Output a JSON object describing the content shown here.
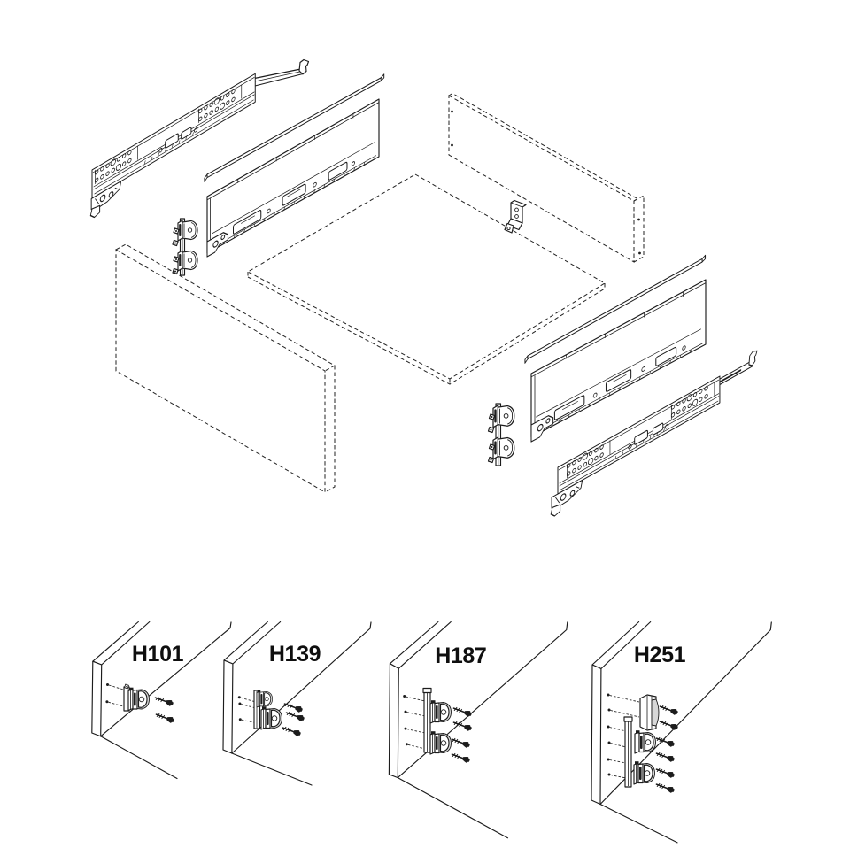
{
  "figure": {
    "type": "exploded-assembly-diagram",
    "subject": "drawer-system-assembly",
    "background_color": "#ffffff",
    "line_color": "#1c1c1c",
    "label_color": "#0f0f0f",
    "exploded_view": {
      "parts": [
        "left-cabinet-runner",
        "left-gallery-rail",
        "left-drawer-side-panel",
        "left-front-fixing-clips",
        "front-panel",
        "drawer-bottom-panel",
        "back-panel",
        "rear-fixing-bracket",
        "right-gallery-rail",
        "right-drawer-side-panel",
        "right-front-fixing-clips",
        "right-cabinet-runner"
      ]
    },
    "variants": [
      {
        "id": "h101",
        "label": "H101",
        "clip_count": 1,
        "screw_count": 2,
        "leader_count": 2
      },
      {
        "id": "h139",
        "label": "H139",
        "clip_count": 2,
        "screw_count": 3,
        "leader_count": 3
      },
      {
        "id": "h187",
        "label": "H187",
        "clip_count": 2,
        "screw_count": 4,
        "leader_count": 4
      },
      {
        "id": "h251",
        "label": "H251",
        "clip_count": 3,
        "screw_count": 6,
        "leader_count": 6
      }
    ]
  }
}
